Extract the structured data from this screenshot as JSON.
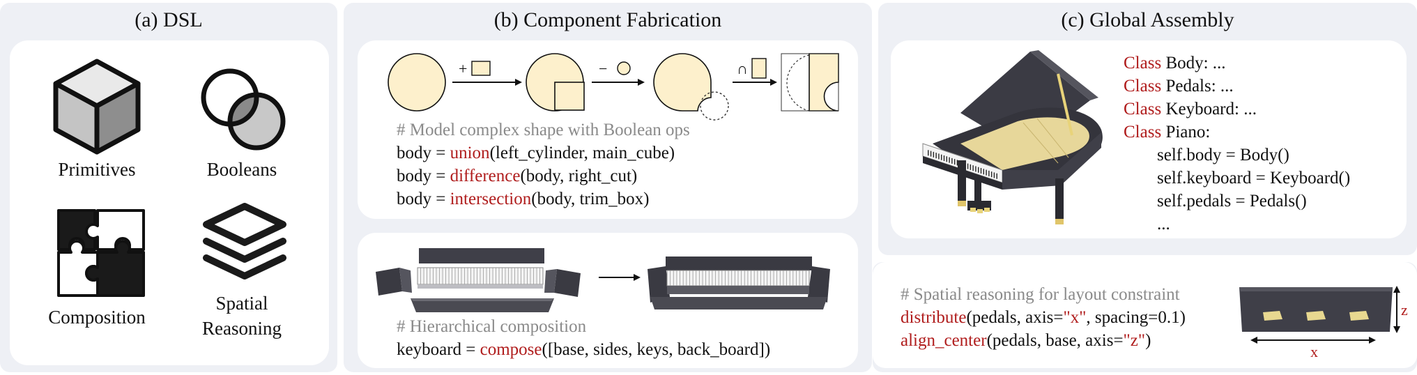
{
  "panels": {
    "dsl": {
      "title": "(a) DSL",
      "items": [
        {
          "label": "Primitives",
          "icon": "cube-icon"
        },
        {
          "label": "Booleans",
          "icon": "venn-icon"
        },
        {
          "label": "Composition",
          "icon": "puzzle-icon"
        },
        {
          "label": "Spatial",
          "label2": "Reasoning",
          "icon": "layers-icon"
        }
      ]
    },
    "fabrication": {
      "title": "(b) Component Fabrication",
      "boolean_ops": {
        "ops": [
          "+",
          "−",
          "∩"
        ],
        "comment": "# Model complex shape with Boolean ops",
        "lines": [
          {
            "pre": "body = ",
            "fn": "union",
            "args": "(left_cylinder, main_cube)"
          },
          {
            "pre": "body = ",
            "fn": "difference",
            "args": "(body, right_cut)"
          },
          {
            "pre": "body = ",
            "fn": "intersection",
            "args": "(body, trim_box)"
          }
        ]
      },
      "composition": {
        "comment": "# Hierarchical composition",
        "pre": "keyboard = ",
        "fn": "compose",
        "args": "([base, sides, keys, back_board])"
      }
    },
    "assembly": {
      "title": "(c) Global Assembly",
      "class_keyword": "Class",
      "class_lines": [
        "Body: ...",
        "Pedals: ...",
        "Keyboard: ...",
        "Piano:"
      ],
      "body_lines": [
        "self.body = Body()",
        "self.keyboard = Keyboard()",
        "self.pedals = Pedals()",
        "..."
      ],
      "spatial": {
        "comment": "# Spatial reasoning for layout constraint",
        "line1_fn": "distribute",
        "line1_a": "(pedals, axis=",
        "line1_s": "\"x\"",
        "line1_b": ", spacing=0.1)",
        "line2_fn": "align_center",
        "line2_a": "(pedals, base, axis=",
        "line2_s": "\"z\"",
        "line2_b": ")",
        "axis_x": "x",
        "axis_z": "z"
      }
    }
  },
  "colors": {
    "panel": "#eef0f5",
    "shape_fill": "#fdf0cc",
    "keyword": "#b01d1d",
    "comment": "#8a8a8a"
  }
}
